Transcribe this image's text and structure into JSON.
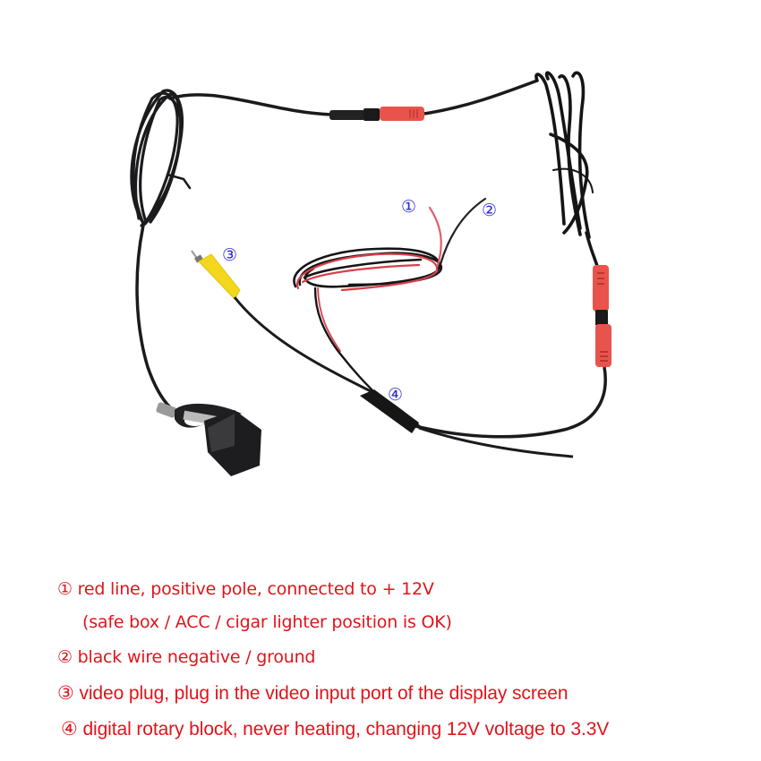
{
  "photo": {
    "subject": "car reversing camera with cable harness",
    "components": {
      "camera": "black flush-mount camera with mounting bracket and screw thread",
      "power_wire_pair": "coiled red/black twin wire",
      "video_plug": "yellow RCA plug",
      "voltage_regulator": "black inline block",
      "connectors": "red plastic inline connectors",
      "cables": "coiled black cables"
    },
    "colors": {
      "background": "#ffffff",
      "cable": "#1b1b1d",
      "connector_red": "#e8544c",
      "rca_yellow": "#f2d71c",
      "marker_blue": "#2a2ad0",
      "caption_red": "#e0141b"
    }
  },
  "markers": {
    "m1": "①",
    "m2": "②",
    "m3": "③",
    "m4": "④"
  },
  "captions": {
    "c1_line1": "① red line, positive pole, connected to + 12V",
    "c1_line2": "(safe box / ACC / cigar lighter position is OK)",
    "c2": "② black wire negative / ground",
    "c3": "③ video plug, plug in the video input port of the display screen",
    "c4": "④ digital rotary block, never heating, changing 12V voltage to 3.3V"
  }
}
